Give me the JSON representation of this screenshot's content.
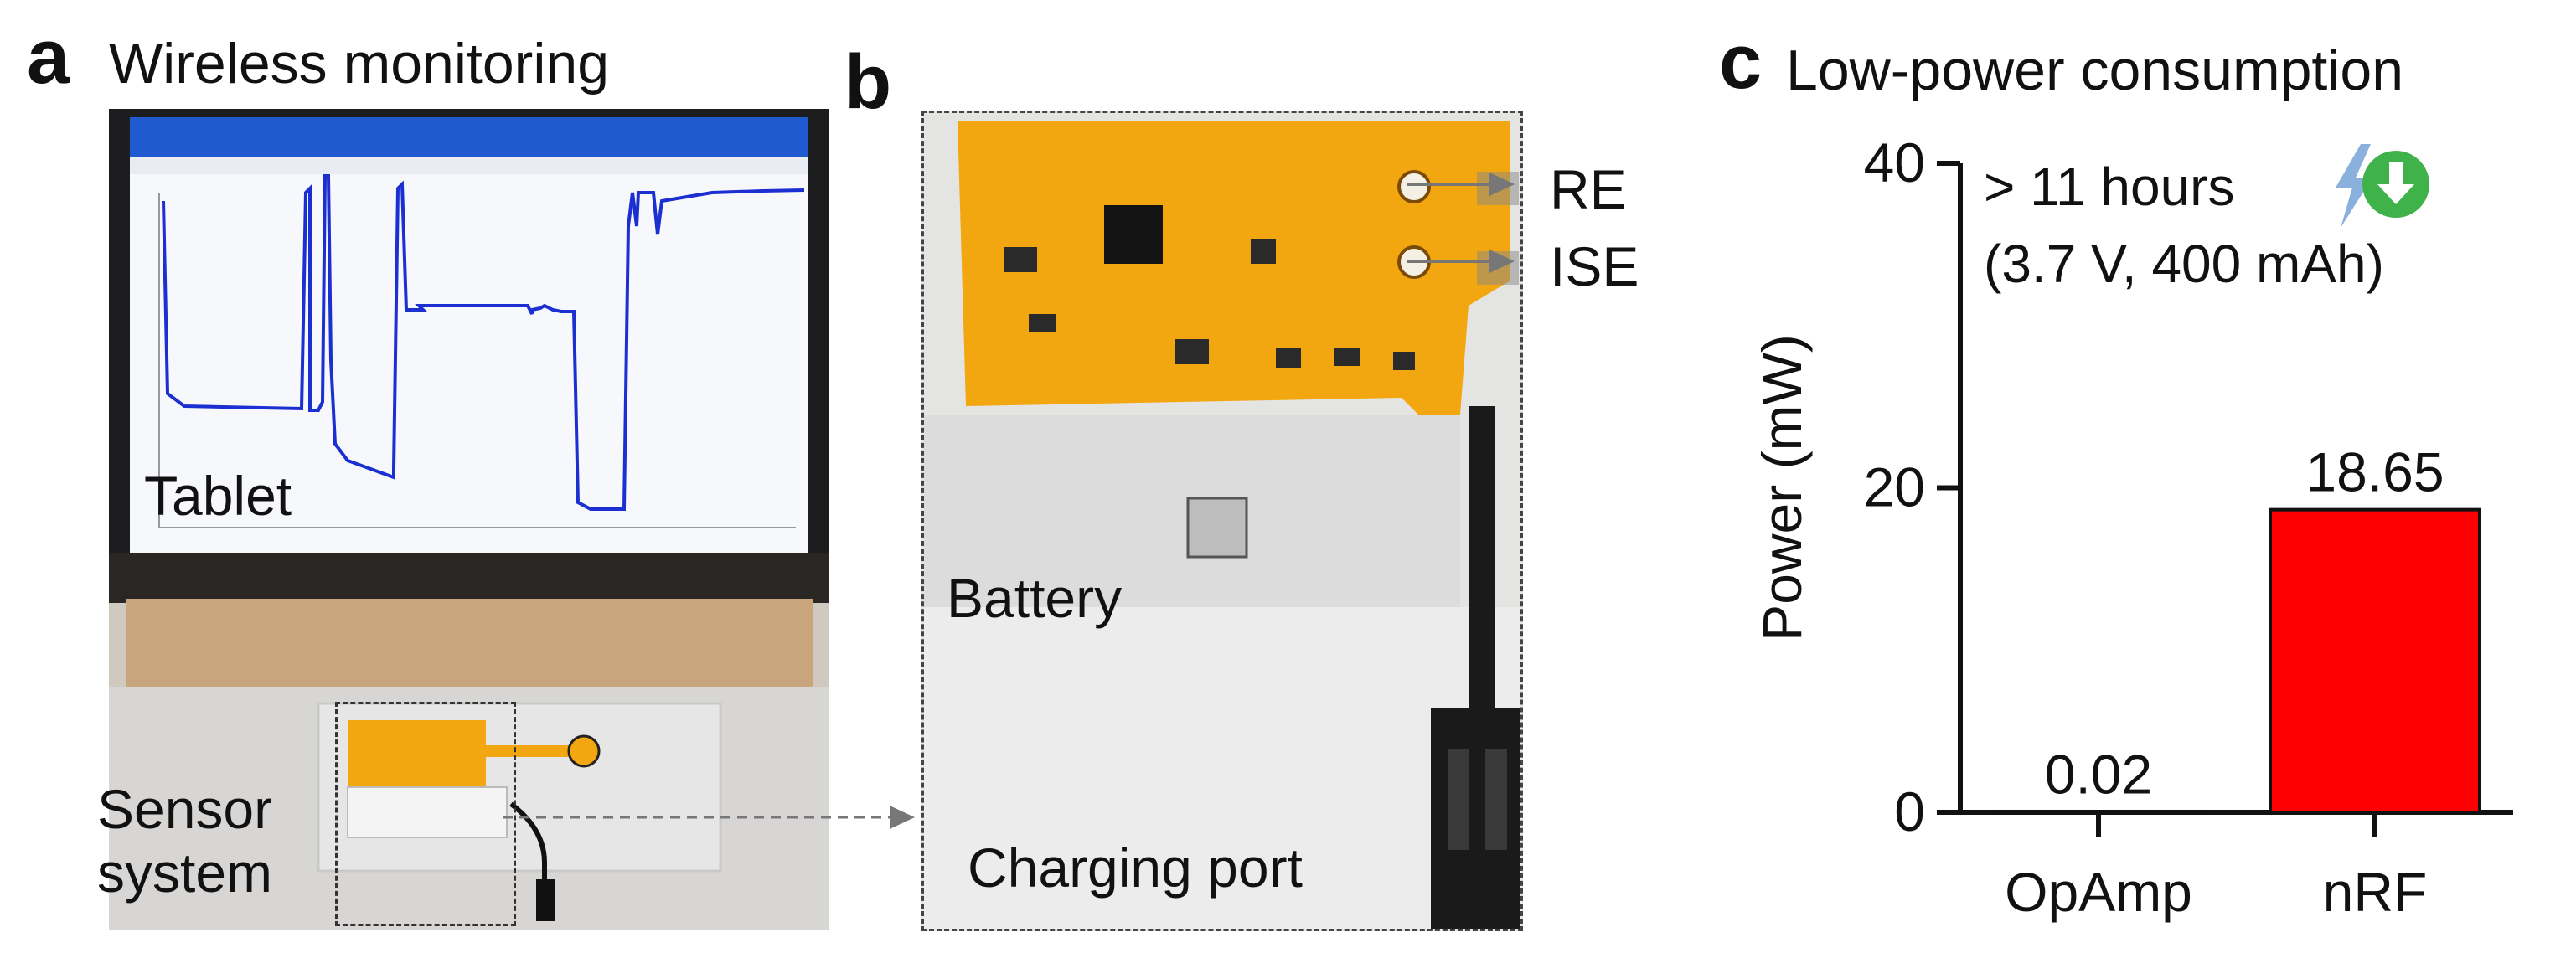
{
  "panels": {
    "a": {
      "letter": "a",
      "title": "Wireless monitoring",
      "tablet_label": "Tablet",
      "sensor_label_line1": "Sensor",
      "sensor_label_line2": "system"
    },
    "b": {
      "letter": "b",
      "re_label": "RE",
      "ise_label": "ISE",
      "battery_label": "Battery",
      "charging_label": "Charging port"
    },
    "c": {
      "letter": "c",
      "title": "Low-power consumption",
      "annotation_line1": "> 11 hours",
      "annotation_line2": "(3.7 V, 400 mAh)"
    }
  },
  "chart_data": {
    "type": "bar",
    "title": "Low-power consumption",
    "ylabel": "Power (mW)",
    "xlabel": "",
    "categories": [
      "OpAmp",
      "nRF"
    ],
    "values": [
      0.02,
      18.65
    ],
    "value_labels": [
      "0.02",
      "18.65"
    ],
    "bar_colors": [
      "#e00000",
      "#ff0000"
    ],
    "ylim": [
      0,
      40
    ],
    "yticks": [
      0,
      20,
      40
    ],
    "grid": false,
    "legend": "none"
  },
  "colors": {
    "bar": "#ff0000",
    "axis": "#111111",
    "pcb": "#f2a60f",
    "screen_line": "#1c2fd0"
  }
}
